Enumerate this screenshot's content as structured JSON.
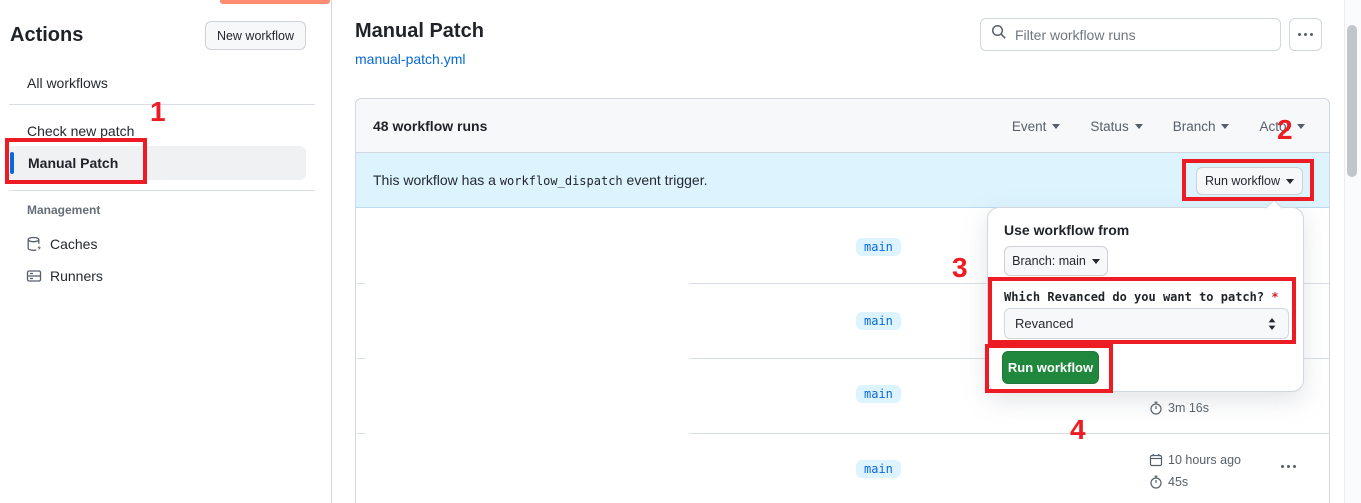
{
  "annotations": {
    "step1": "1",
    "step2": "2",
    "step3": "3",
    "step4": "4"
  },
  "sidebar": {
    "title": "Actions",
    "new_workflow_label": "New workflow",
    "all_workflows_label": "All workflows",
    "workflows": [
      {
        "label": "Check new patch"
      },
      {
        "label": "Manual Patch"
      }
    ],
    "management_heading": "Management",
    "management_items": [
      {
        "label": "Caches",
        "icon": "cache-icon"
      },
      {
        "label": "Runners",
        "icon": "runners-icon"
      }
    ]
  },
  "header": {
    "title": "Manual Patch",
    "file_link": "manual-patch.yml",
    "filter_placeholder": "Filter workflow runs"
  },
  "runs_table": {
    "summary": "48 workflow runs",
    "filters": [
      {
        "label": "Event"
      },
      {
        "label": "Status"
      },
      {
        "label": "Branch"
      },
      {
        "label": "Actor"
      }
    ],
    "banner": {
      "text_before": "This workflow has a",
      "code": "workflow_dispatch",
      "text_after": "event trigger.",
      "run_button_label": "Run workflow"
    },
    "rows": [
      {
        "branch": "main"
      },
      {
        "branch": "main"
      },
      {
        "branch": "main",
        "duration": "3m 16s"
      },
      {
        "branch": "main",
        "started": "10 hours ago",
        "duration": "45s"
      }
    ]
  },
  "dispatch_panel": {
    "heading": "Use workflow from",
    "branch_selector_label": "Branch: main",
    "input_label": "Which Revanced do you want to patch?",
    "required_mark": "*",
    "input_value": "Revanced",
    "run_button_label": "Run workflow"
  },
  "colors": {
    "annotation_red": "#ed1c24",
    "accent_blue": "#0969da",
    "banner_blue": "#ddf4ff",
    "button_green": "#1f883d",
    "tab_underline_orange": "#fd8c73"
  }
}
